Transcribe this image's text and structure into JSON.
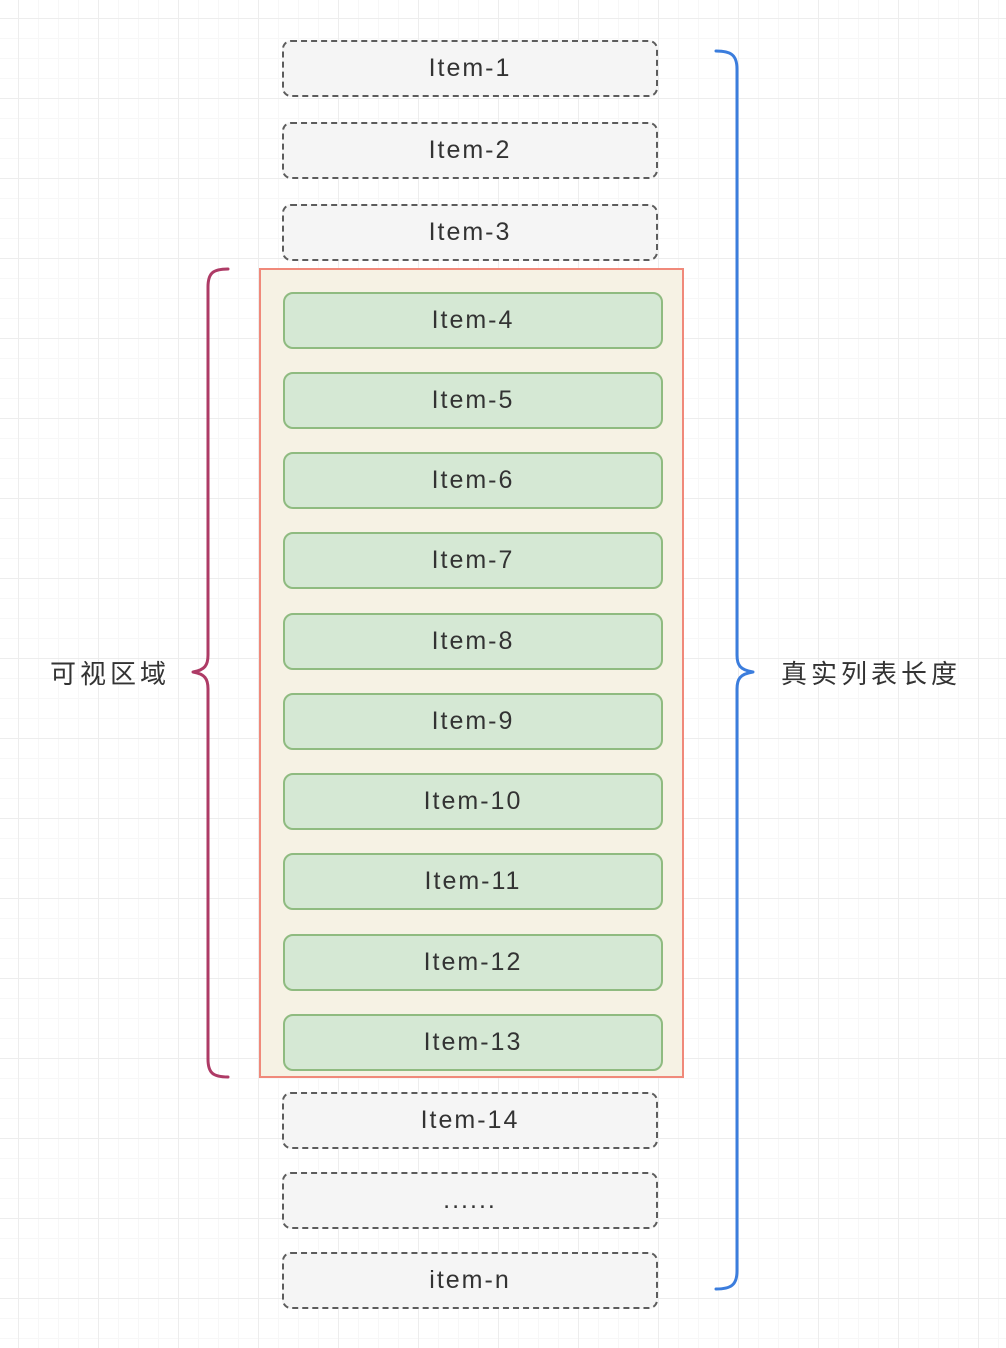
{
  "diagram": {
    "top_items": [
      "Item-1",
      "Item-2",
      "Item-3"
    ],
    "visible_items": [
      "Item-4",
      "Item-5",
      "Item-6",
      "Item-7",
      "Item-8",
      "Item-9",
      "Item-10",
      "Item-11",
      "Item-12",
      "Item-13"
    ],
    "bottom_items": [
      "Item-14",
      "......",
      "item-n"
    ],
    "viewport_label": "可视区域",
    "total_label": "真实列表长度",
    "colors": {
      "grid-minor": "#f7f7f7",
      "grid-major": "#ededed",
      "dashed-fill": "#f5f5f5",
      "dashed-border": "#5c5c5c",
      "green-fill": "#d5e8d4",
      "green-border": "#8fbb80",
      "container-fill": "#f6f2e4",
      "container-border": "#f0897a",
      "viewport-brace": "#ae3b66",
      "total-brace": "#3b7ddd",
      "text": "#333333"
    }
  }
}
